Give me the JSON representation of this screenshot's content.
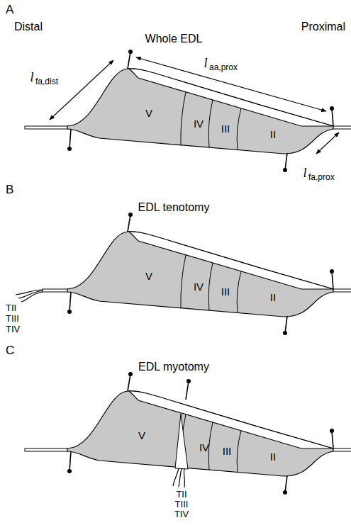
{
  "diagram": {
    "labels": [
      "A",
      "Distal",
      "Whole EDL",
      "Proximal",
      "l",
      "fa,dist",
      "l",
      "aa,prox",
      "l",
      "fa,prox",
      "V",
      "IV",
      "III",
      "II",
      "B",
      "EDL tenotomy",
      "V",
      "IV",
      "III",
      "II",
      "TII",
      "TIII",
      "TIV",
      "C",
      "EDL myotomy",
      "V",
      "IV",
      "III",
      "II",
      "TII",
      "TIII",
      "TIV"
    ]
  }
}
